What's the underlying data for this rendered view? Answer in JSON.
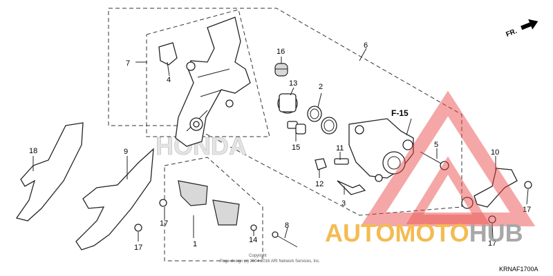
{
  "direction_label": "FR.",
  "callouts": {
    "c1": "1",
    "c2": "2",
    "c3": "3",
    "c4": "4",
    "c5": "5",
    "c6": "6",
    "c7": "7",
    "c8": "8",
    "c9": "9",
    "c10": "10",
    "c11": "11",
    "c12": "12",
    "c13": "13",
    "c14": "14",
    "c15": "15",
    "c16": "16",
    "c17a": "17",
    "c17b": "17",
    "c17c": "17",
    "c17d": "17",
    "c18": "18"
  },
  "reference": "F-15",
  "brand_watermark": "HONDA",
  "copyright": "Copyright\nPage design (c) 2004-2016 ARI Network Services, Inc.",
  "diagram_code": "KRNAF1700A",
  "watermark": {
    "auto": "AUTO",
    "moto": "MOTO",
    "hub": "HUB",
    "color_auto": "#f2b035",
    "color_moto": "#f2b035",
    "color_hub": "#9a9a9a",
    "triangle_color": "#e8433f"
  }
}
